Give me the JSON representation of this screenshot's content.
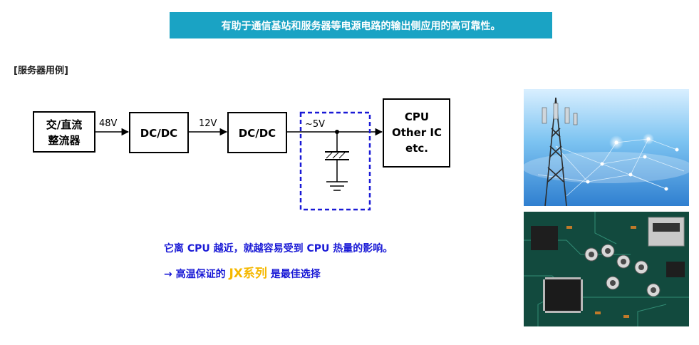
{
  "banner": {
    "text": "有助于通信基站和服务器等电源电路的输出侧应用的高可靠性。"
  },
  "section_label": "[服务器用例]",
  "diagram": {
    "rectifier_line1": "交/直流",
    "rectifier_line2": "整流器",
    "bus_voltage_1": "48V",
    "converter_1": "DC/DC",
    "bus_voltage_2": "12V",
    "converter_2": "DC/DC",
    "output_voltage": "~5V",
    "load_line1": "CPU",
    "load_line2": "Other IC",
    "load_line3": "etc."
  },
  "notes": {
    "line1": "它离 CPU 越近，就越容易受到 CPU 热量的影响。",
    "line2_prefix": "→ 高温保证的 ",
    "line2_highlight": "JX系列",
    "line2_suffix": " 是最佳选择"
  },
  "colors": {
    "banner": "#1aa3c4",
    "note_text": "#1a1ad6",
    "highlight": "#f5b800",
    "dashed_box": "#1a1ad6"
  }
}
